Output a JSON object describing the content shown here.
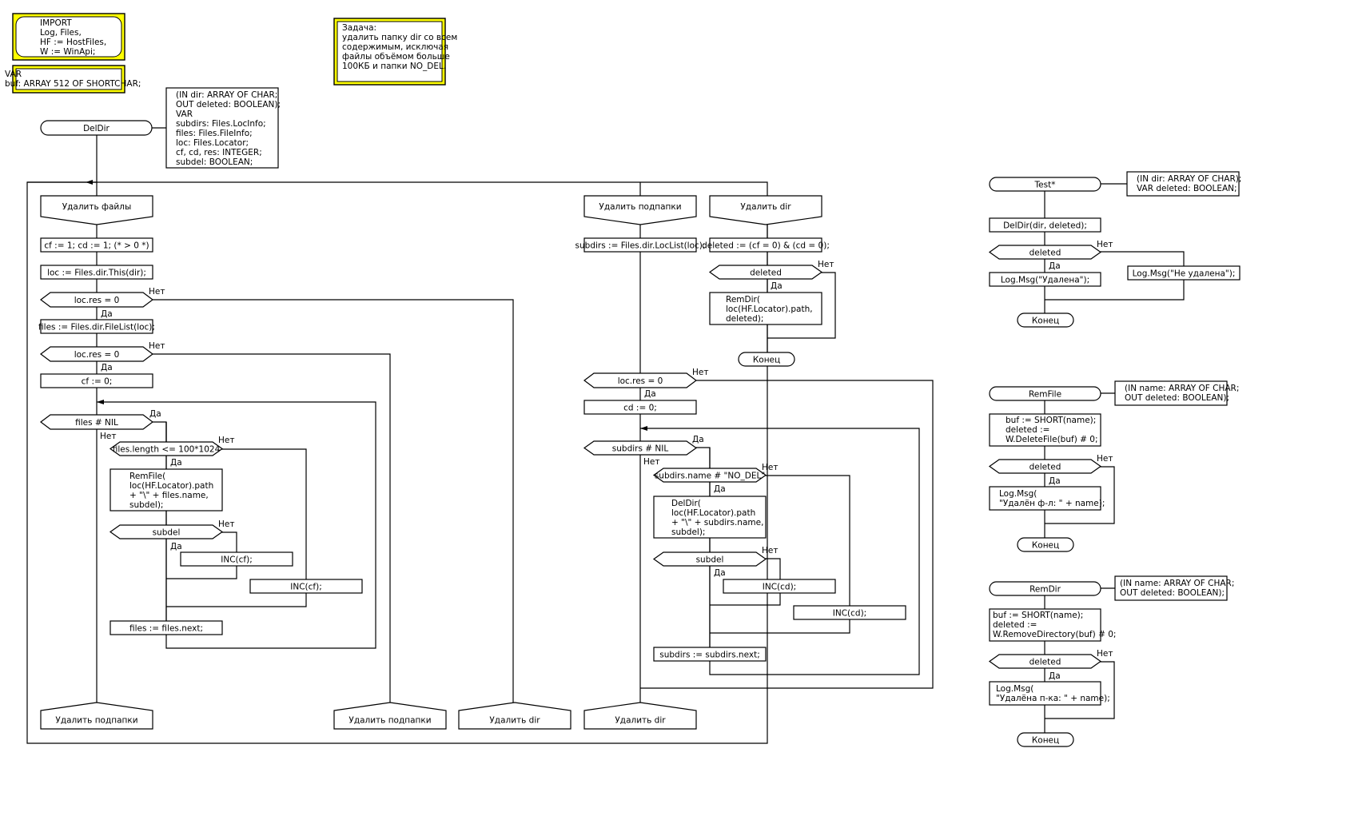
{
  "colors": {
    "note_fill": "#ffff00",
    "line": "#000000",
    "background": "#ffffff"
  },
  "notes": {
    "import": [
      "IMPORT",
      "    Log, Files,",
      "    HF := HostFiles,",
      "    W := WinApi;"
    ],
    "var": [
      "VAR",
      "  buf: ARRAY 512 OF SHORTCHAR;"
    ],
    "task": [
      "Задача:",
      "удалить папку dir со всем",
      "содержимым, исключая",
      "файлы объёмом больше",
      "100КБ и папки NO_DEL."
    ]
  },
  "deldir": {
    "title": "DelDir",
    "params": [
      "(IN dir: ARRAY OF CHAR;",
      " OUT deleted: BOOLEAN);",
      " VAR",
      "   subdirs: Files.LocInfo;",
      "   files: Files.FileInfo;",
      "   loc: Files.Locator;",
      "   cf, cd, res: INTEGER;",
      "   subdel: BOOLEAN;"
    ],
    "branch_files": "Удалить файлы",
    "branch_subdirs": "Удалить подпапки",
    "branch_dir": "Удалить dir",
    "init": "cf := 1; cd := 1; (* > 0 *)",
    "loc_this": "loc := Files.dir.This(dir);",
    "loc_res": "loc.res = 0",
    "files_list": "files := Files.dir.FileList(loc);",
    "loc_res2": "loc.res = 0",
    "cf0": "cf := 0;",
    "files_nil": "files # NIL",
    "files_len": "files.length <= 100*1024",
    "remfile": [
      "RemFile(",
      "  loc(HF.Locator).path",
      "  + \"\\\" + files.name,",
      "  subdel);"
    ],
    "subdel": "subdel",
    "inc_cf": "INC(cf);",
    "inc_cf2": "INC(cf);",
    "files_next": "files := files.next;",
    "goto_subdirs1": "Удалить подпапки",
    "goto_subdirs2": "Удалить подпапки",
    "goto_dir1": "Удалить dir",
    "goto_dir2": "Удалить dir",
    "subdirs_list": "subdirs := Files.dir.LocList(loc);",
    "loc_res3": "loc.res = 0",
    "cd0": "cd := 0;",
    "subdirs_nil": "subdirs # NIL",
    "no_del": "subdirs.name # \"NO_DEL\"",
    "deldir_call": [
      "DelDir(",
      "  loc(HF.Locator).path",
      "  + \"\\\" + subdirs.name,",
      "  subdel);"
    ],
    "subdel2": "subdel",
    "inc_cd": "INC(cd);",
    "inc_cd2": "INC(cd);",
    "subdirs_next": "subdirs := subdirs.next;",
    "deleted_assign": "deleted := (cf = 0) & (cd = 0);",
    "deleted_q": "deleted",
    "remdir_call": [
      "RemDir(",
      "  loc(HF.Locator).path,",
      "  deleted);"
    ],
    "end": "Конец"
  },
  "test": {
    "title": "Test*",
    "params": [
      "(IN dir: ARRAY OF CHAR);",
      " VAR deleted: BOOLEAN;"
    ],
    "call": "DelDir(dir, deleted);",
    "cond": "deleted",
    "yes_msg": "Log.Msg(\"Удалена\");",
    "no_msg": "Log.Msg(\"Не удалена\");",
    "end": "Конец"
  },
  "remfile": {
    "title": "RemFile",
    "params": [
      "(IN name: ARRAY OF CHAR;",
      " OUT deleted: BOOLEAN);"
    ],
    "body": [
      "buf := SHORT(name);",
      "deleted :=",
      "  W.DeleteFile(buf) # 0;"
    ],
    "cond": "deleted",
    "msg": [
      "Log.Msg(",
      "  \"Удалён ф-л: \" + name);"
    ],
    "end": "Конец"
  },
  "remdir": {
    "title": "RemDir",
    "params": [
      "(IN name: ARRAY OF CHAR;",
      " OUT deleted: BOOLEAN);"
    ],
    "body": [
      "buf := SHORT(name);",
      "deleted :=",
      "  W.RemoveDirectory(buf) # 0;"
    ],
    "cond": "deleted",
    "msg": [
      "Log.Msg(",
      "  \"Удалёна п-ка: \" + name);"
    ],
    "end": "Конец"
  },
  "labels": {
    "yes": "Да",
    "no": "Нет"
  }
}
